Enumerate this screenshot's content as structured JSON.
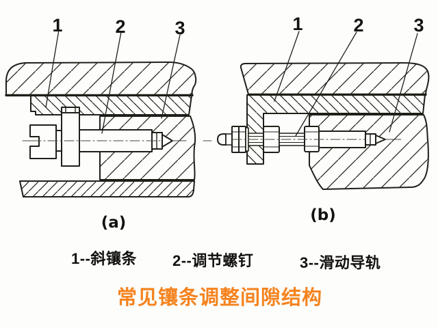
{
  "figures": {
    "a": {
      "caption": "(a)",
      "callouts": [
        "1",
        "2",
        "3"
      ]
    },
    "b": {
      "caption": "(b)",
      "callouts": [
        "1",
        "2",
        "3"
      ]
    }
  },
  "legend": {
    "items": [
      {
        "label": "1--斜镶条"
      },
      {
        "label": "2--调节螺钉"
      },
      {
        "label": "3--滑动导轨"
      }
    ]
  },
  "title": {
    "text": "常见镶条调整间隙结构",
    "color": "#F5831F"
  },
  "colors": {
    "line": "#1f1e18",
    "background": "#fdfdfb"
  }
}
